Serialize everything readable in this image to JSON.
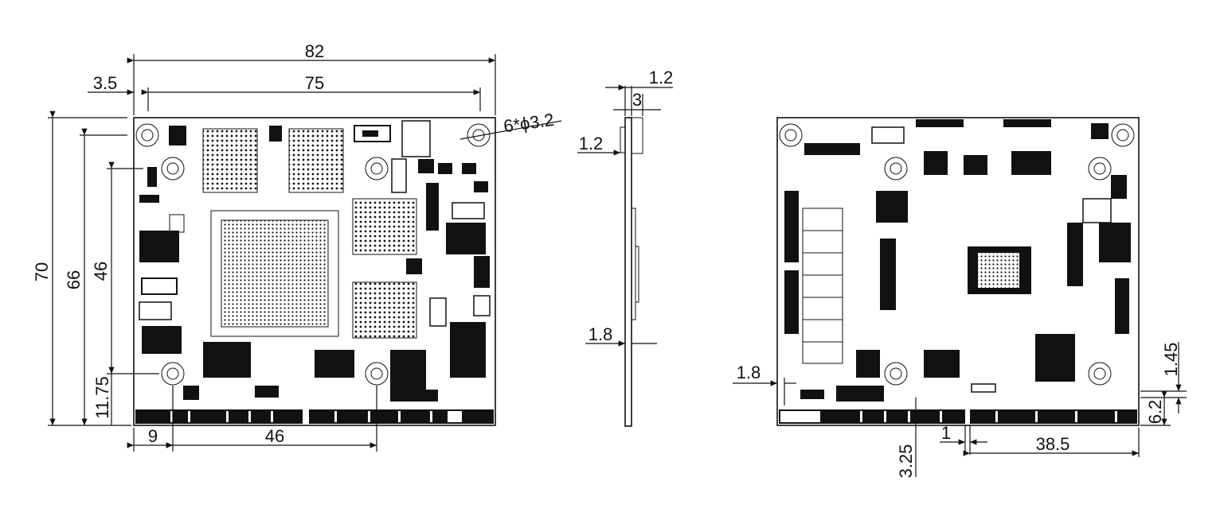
{
  "colors": {
    "ink": "#111111",
    "background": "#ffffff"
  },
  "front_view": {
    "width_overall": "82",
    "hole_spacing_x": "75",
    "hole_offset_x": "3.5",
    "hole_callout": "6*ϕ3.2",
    "height_overall": "70",
    "hole_spacing_y_outer": "66",
    "hole_spacing_y_inner": "46",
    "hole_offset_bottom": "11.75",
    "edge_offset_left": "9",
    "bottom_span": "46"
  },
  "side_view": {
    "top_component_height": "1.2",
    "component_width": "3",
    "pcb_thickness_label": "1.2",
    "bottom_component_height": "1.8"
  },
  "back_view": {
    "left_offset": "1.8",
    "bottom_edge_offset": "1.45",
    "finger_height": "6.2",
    "notch_offset": "3.25",
    "notch_width": "1",
    "right_span": "38.5"
  }
}
